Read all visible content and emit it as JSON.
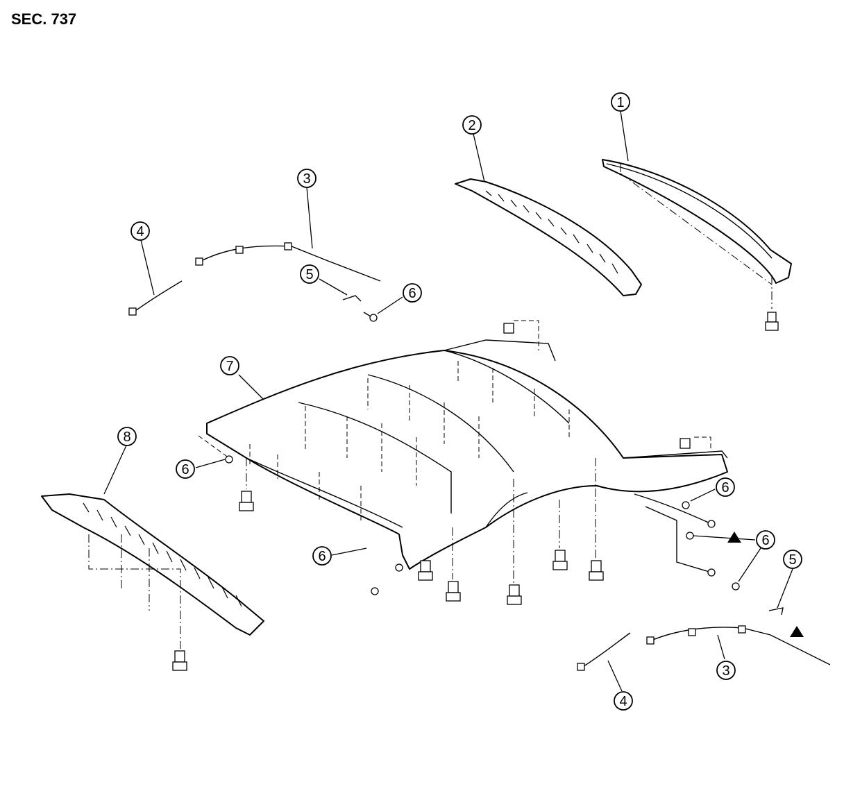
{
  "section_label": "SEC. 737",
  "callouts": [
    {
      "id": "c1",
      "label": "1"
    },
    {
      "id": "c2",
      "label": "2"
    },
    {
      "id": "c3a",
      "label": "3"
    },
    {
      "id": "c3b",
      "label": "3"
    },
    {
      "id": "c4a",
      "label": "4"
    },
    {
      "id": "c4b",
      "label": "4"
    },
    {
      "id": "c5a",
      "label": "5"
    },
    {
      "id": "c5b",
      "label": "5"
    },
    {
      "id": "c6a",
      "label": "6"
    },
    {
      "id": "c6b",
      "label": "6"
    },
    {
      "id": "c6c",
      "label": "6"
    },
    {
      "id": "c6d",
      "label": "6"
    },
    {
      "id": "c6e",
      "label": "6"
    },
    {
      "id": "c7",
      "label": "7"
    },
    {
      "id": "c8",
      "label": "8"
    }
  ]
}
